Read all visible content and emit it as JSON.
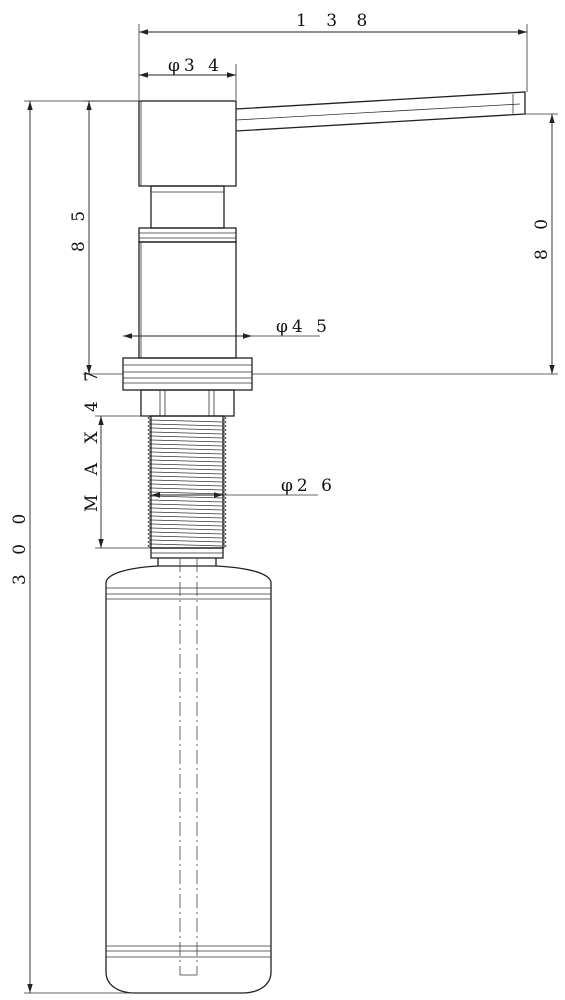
{
  "dimensions": {
    "total_length": "1 3 8",
    "head_diameter": "φ3 4",
    "body_height": "8 5",
    "spout_height": "8 0",
    "flange_diameter": "φ4 5",
    "thread_length": "M A X 4 7",
    "thread_diameter": "φ2 6",
    "total_height": "3 0 0"
  }
}
